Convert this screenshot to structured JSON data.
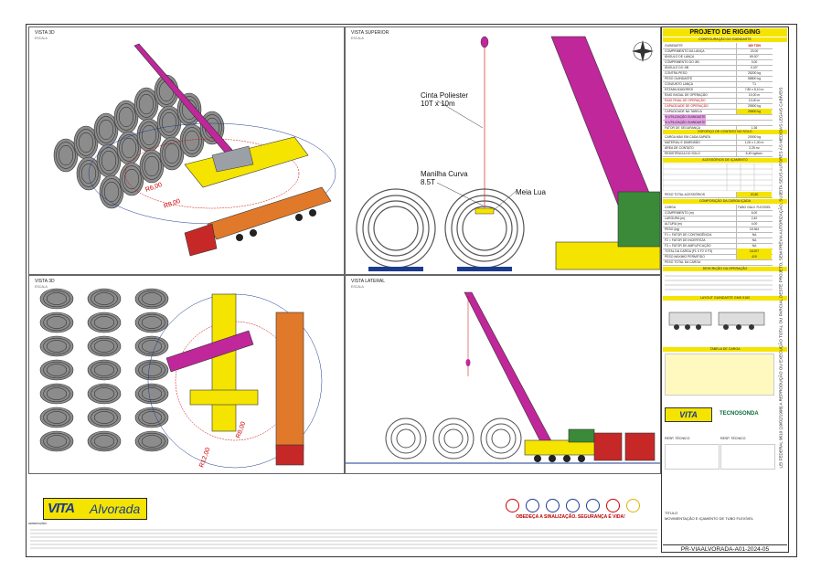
{
  "views": {
    "top_left": {
      "title": "VISTA 3D",
      "subtitle": "ESCALA"
    },
    "top_right": {
      "title": "VISTA SUPERIOR",
      "subtitle": "ESCALA"
    },
    "bottom_left": {
      "title": "VISTA 3D",
      "subtitle": "ESCALA"
    },
    "bottom_right": {
      "title": "VISTA LATERAL",
      "subtitle": "ESCALA"
    }
  },
  "radii": {
    "r1": "R6,00",
    "r2": "R8,00",
    "r3": "R8,00",
    "r4": "R12,00"
  },
  "callouts": {
    "sling": "Cinta Poliester\n10T x 10m",
    "shackle": "Manilha Curva\n8.5T",
    "meia_lua": "Meia Lua"
  },
  "title_block": {
    "title": "PROJETO DE RIGGING",
    "config_header": "CONFIGURAÇÃO DO GUINDASTE",
    "crane_row": {
      "label": "GUINDASTE",
      "value": "160 TON"
    },
    "rows": [
      {
        "k": "COMPRIMENTO DA LANÇA",
        "v": "23,00"
      },
      {
        "k": "ÂNGULO DE LANÇA",
        "v": "69,00°"
      },
      {
        "k": "COMPRIMENTO DO JIB",
        "v": "0,00"
      },
      {
        "k": "ÂNGULO DO JIB",
        "v": "0,00°"
      },
      {
        "k": "CONTRA PESO",
        "v": "25200 kg"
      },
      {
        "k": "PESO GUINDASTE",
        "v": "58800 kg"
      },
      {
        "k": "CONJUNTO LANÇA",
        "v": "T1"
      },
      {
        "k": "ESTABILIZADORES",
        "v": "7,80 x 8,10 m"
      },
      {
        "k": "RAIO INICIAL DE OPERAÇÃO",
        "v": "10,00 m"
      },
      {
        "k": "RAIO FINAL DE OPERAÇÃO",
        "v": "10,00 m"
      },
      {
        "k": "CAPACIDADE DE OPERAÇÃO",
        "v": "25500 kg"
      },
      {
        "k": "CAPACIDADE NA TABELA",
        "v": "25500 kg"
      },
      {
        "k": "% UTILIZAÇÃO GUINDASTE",
        "v": ""
      },
      {
        "k": "% UTILIZAÇÃO GUINDASTE",
        "v": ""
      },
      {
        "k": "FATOR DE SEGURANÇA",
        "v": "1,36"
      }
    ],
    "ground_header": "ESFORÇO DE CONTATO NO SOLO",
    "ground_rows": [
      {
        "k": "CARGA MÁX EM CADA SAPATA",
        "v": "20000 kg"
      },
      {
        "k": "MATERIAL E DIMENSÃO",
        "v": "1,00 x 1,00 m"
      },
      {
        "k": "ÁREA DE CONTATO",
        "v": "2,25 m²"
      },
      {
        "k": "RESISTÊNCIA DO SOLO",
        "v": "8,49 kgf/cm²"
      }
    ],
    "acc_header": "ACESSÓRIOS DE IÇAMENTO",
    "acc_total": {
      "k": "PESO TOTAL ACESSÓRIOS",
      "v": "20,80"
    },
    "load_header": "COMPOSIÇÃO DA CARGA IÇADA",
    "load_rows": [
      {
        "k": "CARGA",
        "v": "TUBO GALV. FLEXÍVEL"
      },
      {
        "k": "COMPRIMENTO (m)",
        "v": "6,00"
      },
      {
        "k": "LARGURA (m)",
        "v": "2,40"
      },
      {
        "k": "ALTURA (m)",
        "v": "4,00"
      },
      {
        "k": "PESO (kg)",
        "v": "18 364"
      },
      {
        "k": "F1 = FATOR DE CONTINGÊNCIA",
        "v": "NA"
      },
      {
        "k": "F2 = FATOR DE INCERTEZA",
        "v": "NA"
      },
      {
        "k": "F3 = FATOR DE AMPLIFICAÇÃO",
        "v": "NA"
      },
      {
        "k": "TOTAL DA CARGA (F1 X F2 X F3)",
        "v": "18.207"
      },
      {
        "k": "PESO MÁXIMO PERMITIDO",
        "v": "419"
      },
      {
        "k": "PESO TOTAL DA CARGA",
        "v": ""
      }
    ],
    "op_header": "DESCRIÇÃO DA OPERAÇÃO",
    "crane_header": "LAYOUT GUINDASTE GMK 5160",
    "bar_header": "TABELA DE CARGA",
    "responsible_left": "RESP. TÉCNICO",
    "responsible_right": "RESP. TÉCNICO",
    "project_title": "TITULO",
    "project_desc": "MOVIMENTAÇÃO E IÇAMENTO DE TUBO FLEXÍVEL",
    "doc_code": "PR-VIAALVORADA-A01-2024-05"
  },
  "side_text": "LEI FEDERAL 9610 (19/02/1998) A REPRODUÇÃO OU EXECUÇÃO TOTAL OU PARCIAL DESTE PROJETO, SEM PRÉVIA AUTORIZAÇÃO, SUJEITA SEUS AUTORES ÀS MEDIDAS LEGAIS CABÍVEIS",
  "brand": {
    "vita": "VITA",
    "alvorada": "Alvorada",
    "partner": "TECNOSONDA"
  },
  "safety_text": "OBEDEÇA A SINALIZAÇÃO. SEGURANÇA É VIDA!",
  "notes_title": "OBSERVAÇÕES",
  "colors": {
    "yellow": "#f4e400",
    "magenta": "#c0279a",
    "navy": "#1b3a8f",
    "orange": "#e07a2a",
    "red": "#c62828"
  }
}
